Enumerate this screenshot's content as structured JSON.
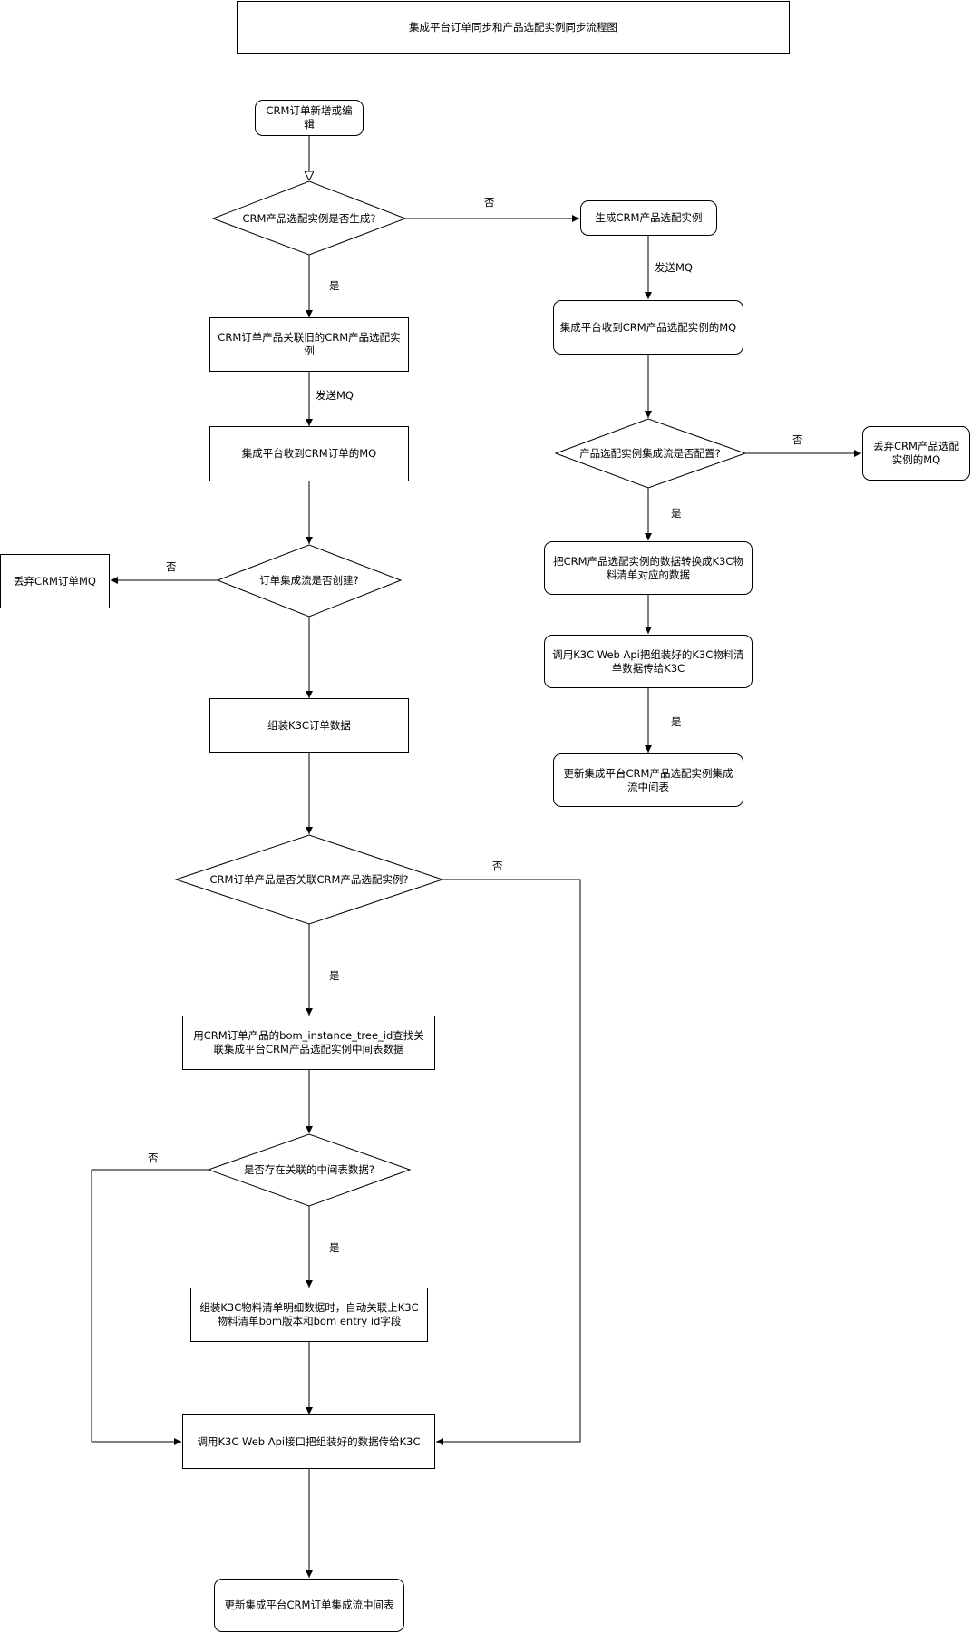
{
  "title": "集成平台订单同步和产品选配实例同步流程图",
  "nodes": {
    "crm_order": "CRM订单新增或编辑",
    "d_instance_generated": "CRM产品选配实例是否生成?",
    "link_old_instance": "CRM订单产品关联旧的CRM产品选配实例",
    "recv_order_mq": "集成平台收到CRM订单的MQ",
    "d_order_flow_created": "订单集成流是否创建?",
    "drop_order_mq": "丢弃CRM订单MQ",
    "build_k3c_order": "组装K3C订单数据",
    "d_order_linked_instance": "CRM订单产品是否关联CRM产品选配实例?",
    "lookup_mid_table": "用CRM订单产品的bom_instance_tree_id查找关联集成平台CRM产品选配实例中间表数据",
    "d_mid_exists": "是否存在关联的中间表数据?",
    "build_bom_detail": "组装K3C物料清单明细数据时，自动关联上K3C物料清单bom版本和bom entry id字段",
    "call_k3c_order": "调用K3C Web Api接口把组装好的数据传给K3C",
    "update_order_mid": "更新集成平台CRM订单集成流中间表",
    "gen_instance": "生成CRM产品选配实例",
    "recv_instance_mq": "集成平台收到CRM产品选配实例的MQ",
    "d_instance_flow_cfg": "产品选配实例集成流是否配置?",
    "drop_instance_mq": "丢弃CRM产品选配实例的MQ",
    "convert_instance": "把CRM产品选配实例的数据转换成K3C物料清单对应的数据",
    "call_k3c_bom": "调用K3C Web Api把组装好的K3C物料清单数据传给K3C",
    "update_instance_mid": "更新集成平台CRM产品选配实例集成流中间表"
  },
  "edge_labels": {
    "no_gen": "否",
    "send_mq_right": "发送MQ",
    "no_cfg": "否",
    "yes_cfg": "是",
    "yes_call": "是",
    "yes_gen": "是",
    "send_mq_left": "发送MQ",
    "no_flow": "否",
    "no_linked": "否",
    "yes_linked": "是",
    "no_mid": "否",
    "yes_mid": "是"
  },
  "colors": {
    "line": "#000000",
    "fill": "#ffffff"
  }
}
